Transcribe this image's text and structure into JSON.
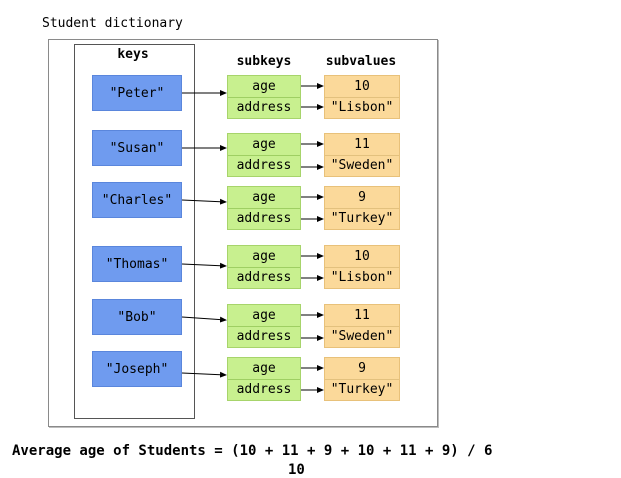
{
  "caption": "Student dictionary",
  "headers": {
    "keys": "keys",
    "subkeys": "subkeys",
    "subvalues": "subvalues"
  },
  "students": [
    {
      "key": "\"Peter\"",
      "subkeys": [
        "age",
        "address"
      ],
      "values": [
        "10",
        "\"Lisbon\""
      ]
    },
    {
      "key": "\"Susan\"",
      "subkeys": [
        "age",
        "address"
      ],
      "values": [
        "11",
        "\"Sweden\""
      ]
    },
    {
      "key": "\"Charles\"",
      "subkeys": [
        "age",
        "address"
      ],
      "values": [
        "9",
        "\"Turkey\""
      ]
    },
    {
      "key": "\"Thomas\"",
      "subkeys": [
        "age",
        "address"
      ],
      "values": [
        "10",
        "\"Lisbon\""
      ]
    },
    {
      "key": "\"Bob\"",
      "subkeys": [
        "age",
        "address"
      ],
      "values": [
        "11",
        "\"Sweden\""
      ]
    },
    {
      "key": "\"Joseph\"",
      "subkeys": [
        "age",
        "address"
      ],
      "values": [
        "9",
        "\"Turkey\""
      ]
    }
  ],
  "formula": "Average age of Students = (10 + 11 + 9 + 10 + 11 + 9) / 6",
  "formula_continuation": "10",
  "colors": {
    "key_fill": "#6f9bef",
    "subkey_fill": "#c8f08f",
    "value_fill": "#fbd99a"
  }
}
